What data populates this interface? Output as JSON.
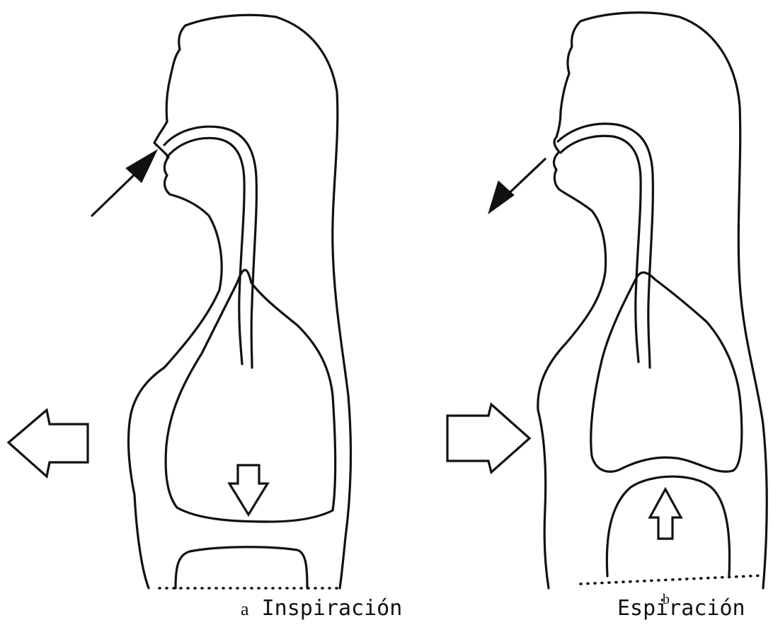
{
  "panels": [
    {
      "letter": "a",
      "caption": "Inspiración"
    },
    {
      "letter": "b",
      "caption": "Espiración"
    }
  ]
}
